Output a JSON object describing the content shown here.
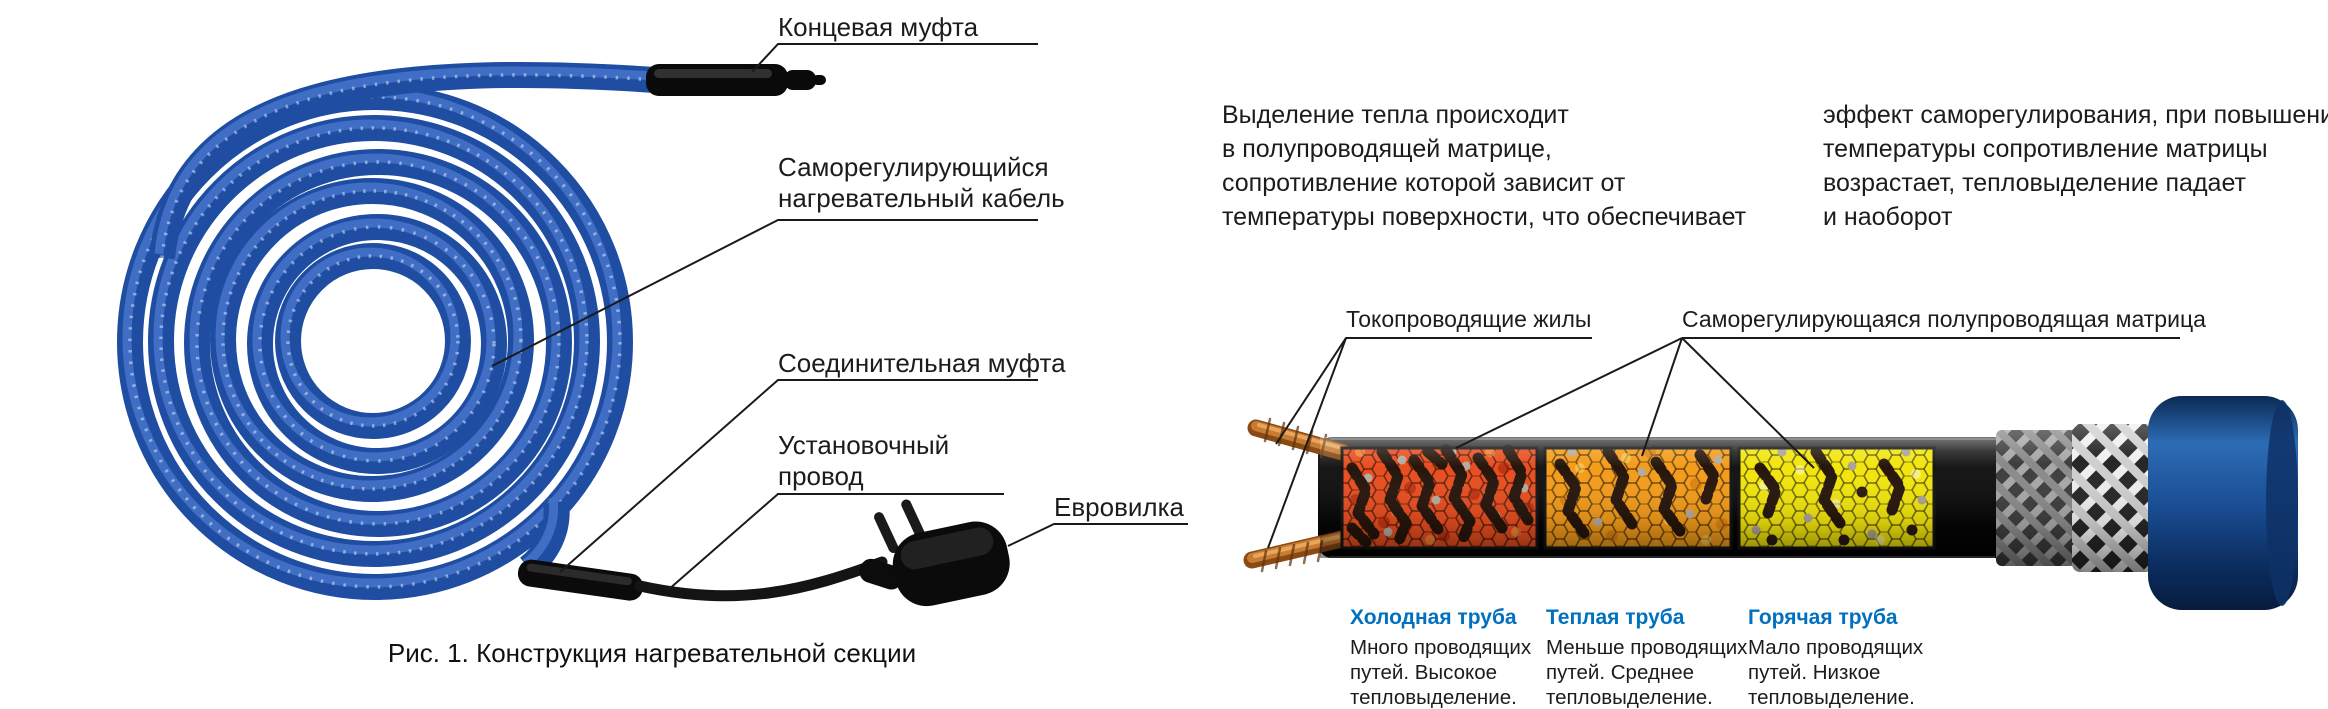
{
  "figure": {
    "caption": "Рис. 1. Конструкция нагревательной секции",
    "labels": {
      "end_sleeve": "Концевая муфта",
      "heating_cable_lines": [
        "Саморегулирующийся",
        "нагревательный кабель"
      ],
      "connection_sleeve": "Соединительная муфта",
      "installation_wire_lines": [
        "Установочный",
        "провод"
      ],
      "euro_plug": "Евровилка"
    }
  },
  "description": {
    "left_lines": [
      "Выделение тепла происходит",
      "в полупроводящей матрице,",
      "сопротивление которой зависит от",
      "температуры поверхности, что обеспечивает"
    ],
    "right_lines": [
      "эффект саморегулирования, при повышении",
      "температуры сопротивление матрицы",
      "возрастает, тепловыделение падает",
      "и наоборот"
    ]
  },
  "cutaway": {
    "labels": {
      "conductors": "Токопроводящие жилы",
      "matrix": "Саморегулирующаяся полупроводящая матрица"
    },
    "pipes": [
      {
        "title": "Холодная труба",
        "lines": [
          "Много проводящих",
          "путей. Высокое",
          "тепловыделение."
        ]
      },
      {
        "title": "Теплая труба",
        "lines": [
          "Меньше проводящих",
          "путей. Среднее",
          "тепловыделение."
        ]
      },
      {
        "title": "Горячая труба",
        "lines": [
          "Мало проводящих",
          "путей. Низкое",
          "тепловыделение."
        ]
      }
    ]
  },
  "colors": {
    "accent_blue": "#0070c0",
    "cable_blue": "#1e4da2",
    "matrix_cold": "#e84e1f",
    "matrix_warm": "#f49c1a",
    "matrix_hot": "#f2e50c",
    "copper": "#b5651d",
    "text": "#1c1c1c"
  }
}
